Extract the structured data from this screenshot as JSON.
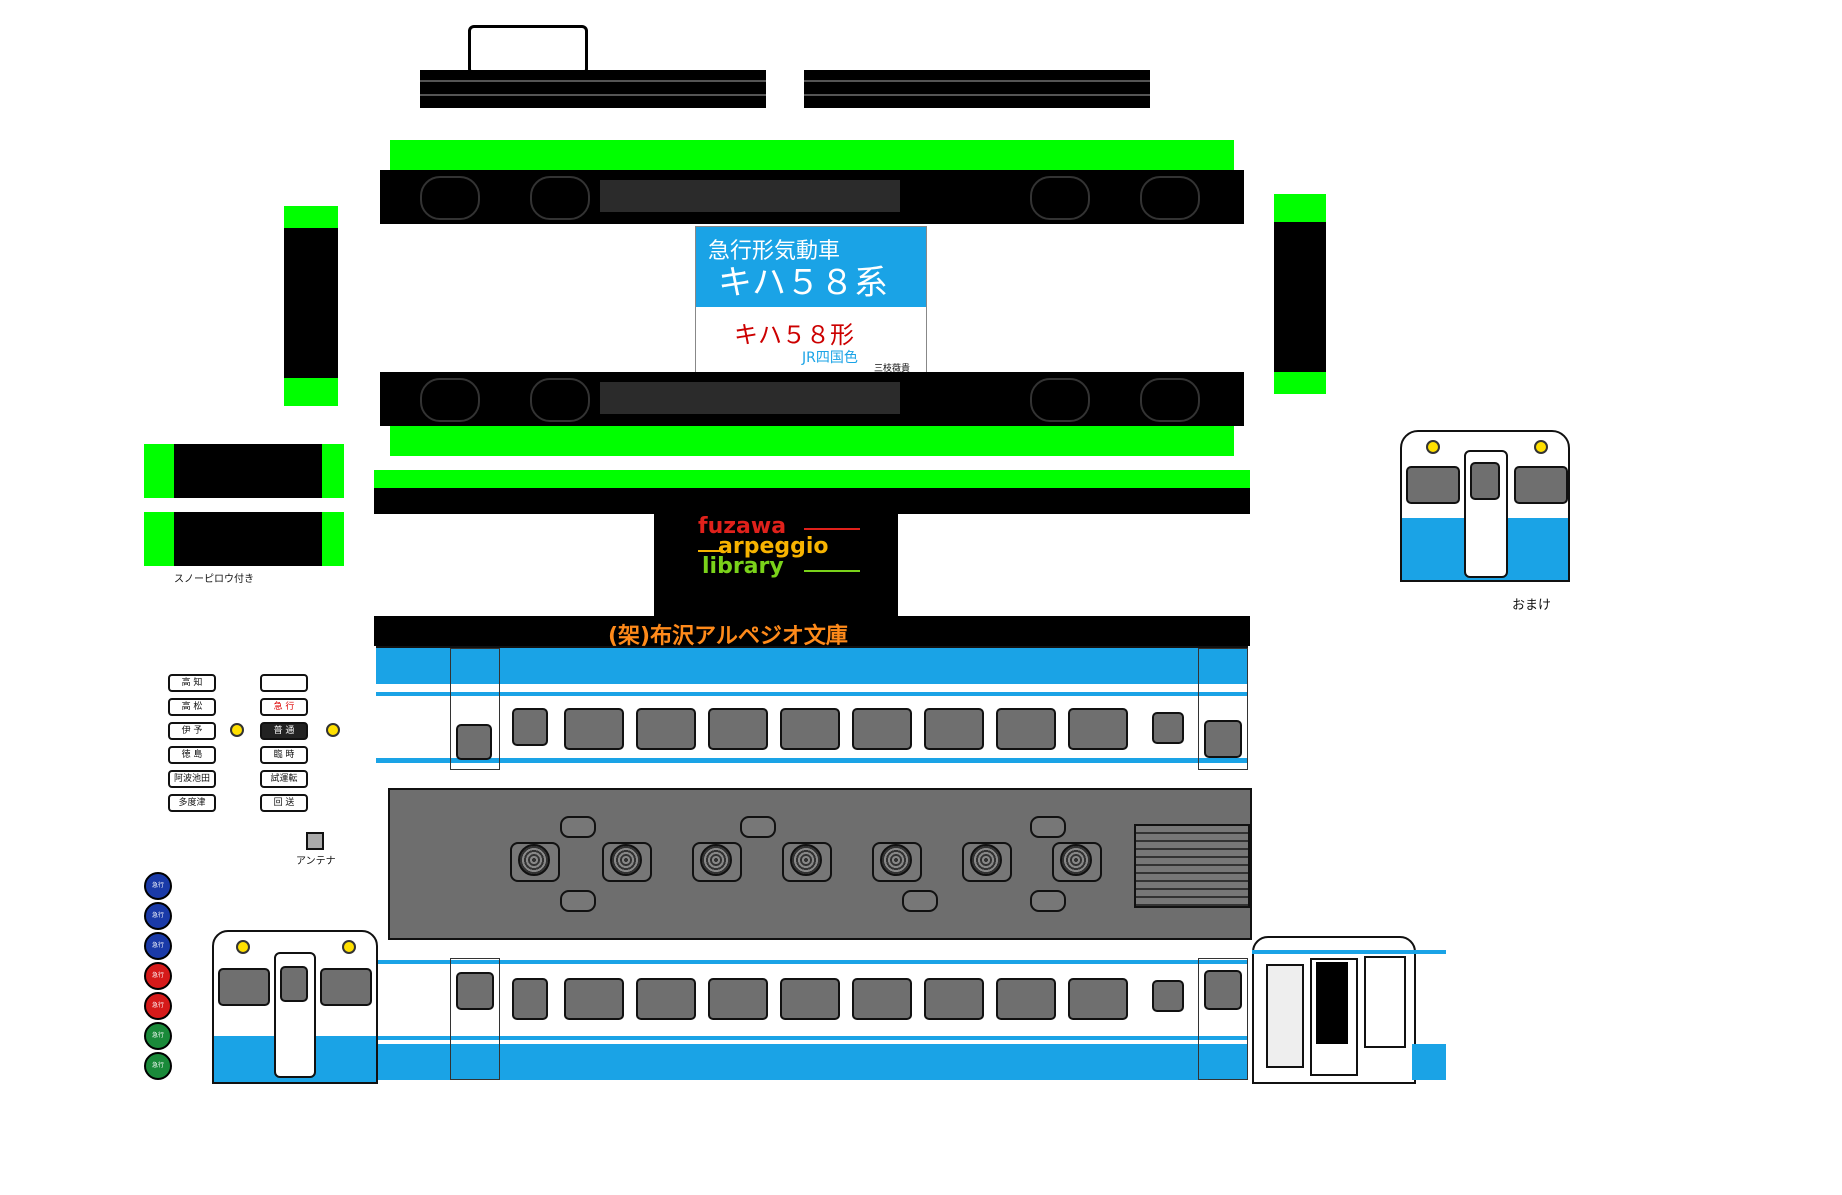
{
  "title": {
    "category": "急行形気動車",
    "series": "キハ５８系",
    "model": "キハ５８形",
    "livery": "JR四国色",
    "author": "三枝薇貴"
  },
  "logo": {
    "line1": "fuzawa",
    "line2": "arpeggio",
    "line3": "library",
    "publisher": "(架)布沢アルペジオ文庫"
  },
  "labels": {
    "snowplow": "スノーピロウ付き",
    "bonus": "おまけ",
    "antenna": "アンテナ"
  },
  "destination_plates_left": [
    "高 知",
    "高 松",
    "伊 予",
    "徳 島",
    "阿波池田",
    "多度津"
  ],
  "type_plates_right": [
    "",
    "急 行",
    "普 通",
    "臨 時",
    "試運転",
    "回 送"
  ],
  "express_discs": [
    "急行",
    "急行",
    "急行",
    "急行",
    "急行",
    "急行",
    "急行"
  ],
  "colors": {
    "body_blue": "#1aa3e6",
    "roof_grey": "#6e6e6e",
    "green_tab": "#00ff00",
    "lamp_yellow": "#ffe000",
    "title_blue": "#1aa3e6",
    "title_red": "#cc0000"
  }
}
